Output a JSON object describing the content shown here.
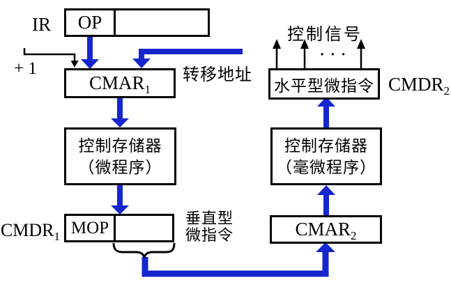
{
  "colors": {
    "arrow_blue": "#1526cd",
    "line_black": "#000000",
    "box_background": "#ffffff"
  },
  "left_column": {
    "ir_label": "IR",
    "ir_register": {
      "op_field": "OP",
      "address_field": ""
    },
    "plus_one_label": "+ 1",
    "branch_address_label": "转移地址",
    "cmar1": {
      "text": "CMAR",
      "sub": "1"
    },
    "control_store_micro": {
      "line1": "控制存储器",
      "line2": "（微程序）"
    },
    "cmdr1_label": {
      "text": "CMDR",
      "sub": "1"
    },
    "mop_register": {
      "mop_field": "MOP",
      "rest_field": ""
    },
    "vertical_micro_label": {
      "line1": "垂直型",
      "line2": "微指令"
    }
  },
  "right_column": {
    "control_signals_label": "控制信号",
    "ellipsis": "···",
    "horizontal_micro_box": "水平型微指令",
    "cmdr2_label": {
      "text": "CMDR",
      "sub": "2"
    },
    "control_store_nano": {
      "line1": "控制存储器",
      "line2": "（毫微程序）"
    },
    "cmar2": {
      "text": "CMAR",
      "sub": "2"
    }
  }
}
